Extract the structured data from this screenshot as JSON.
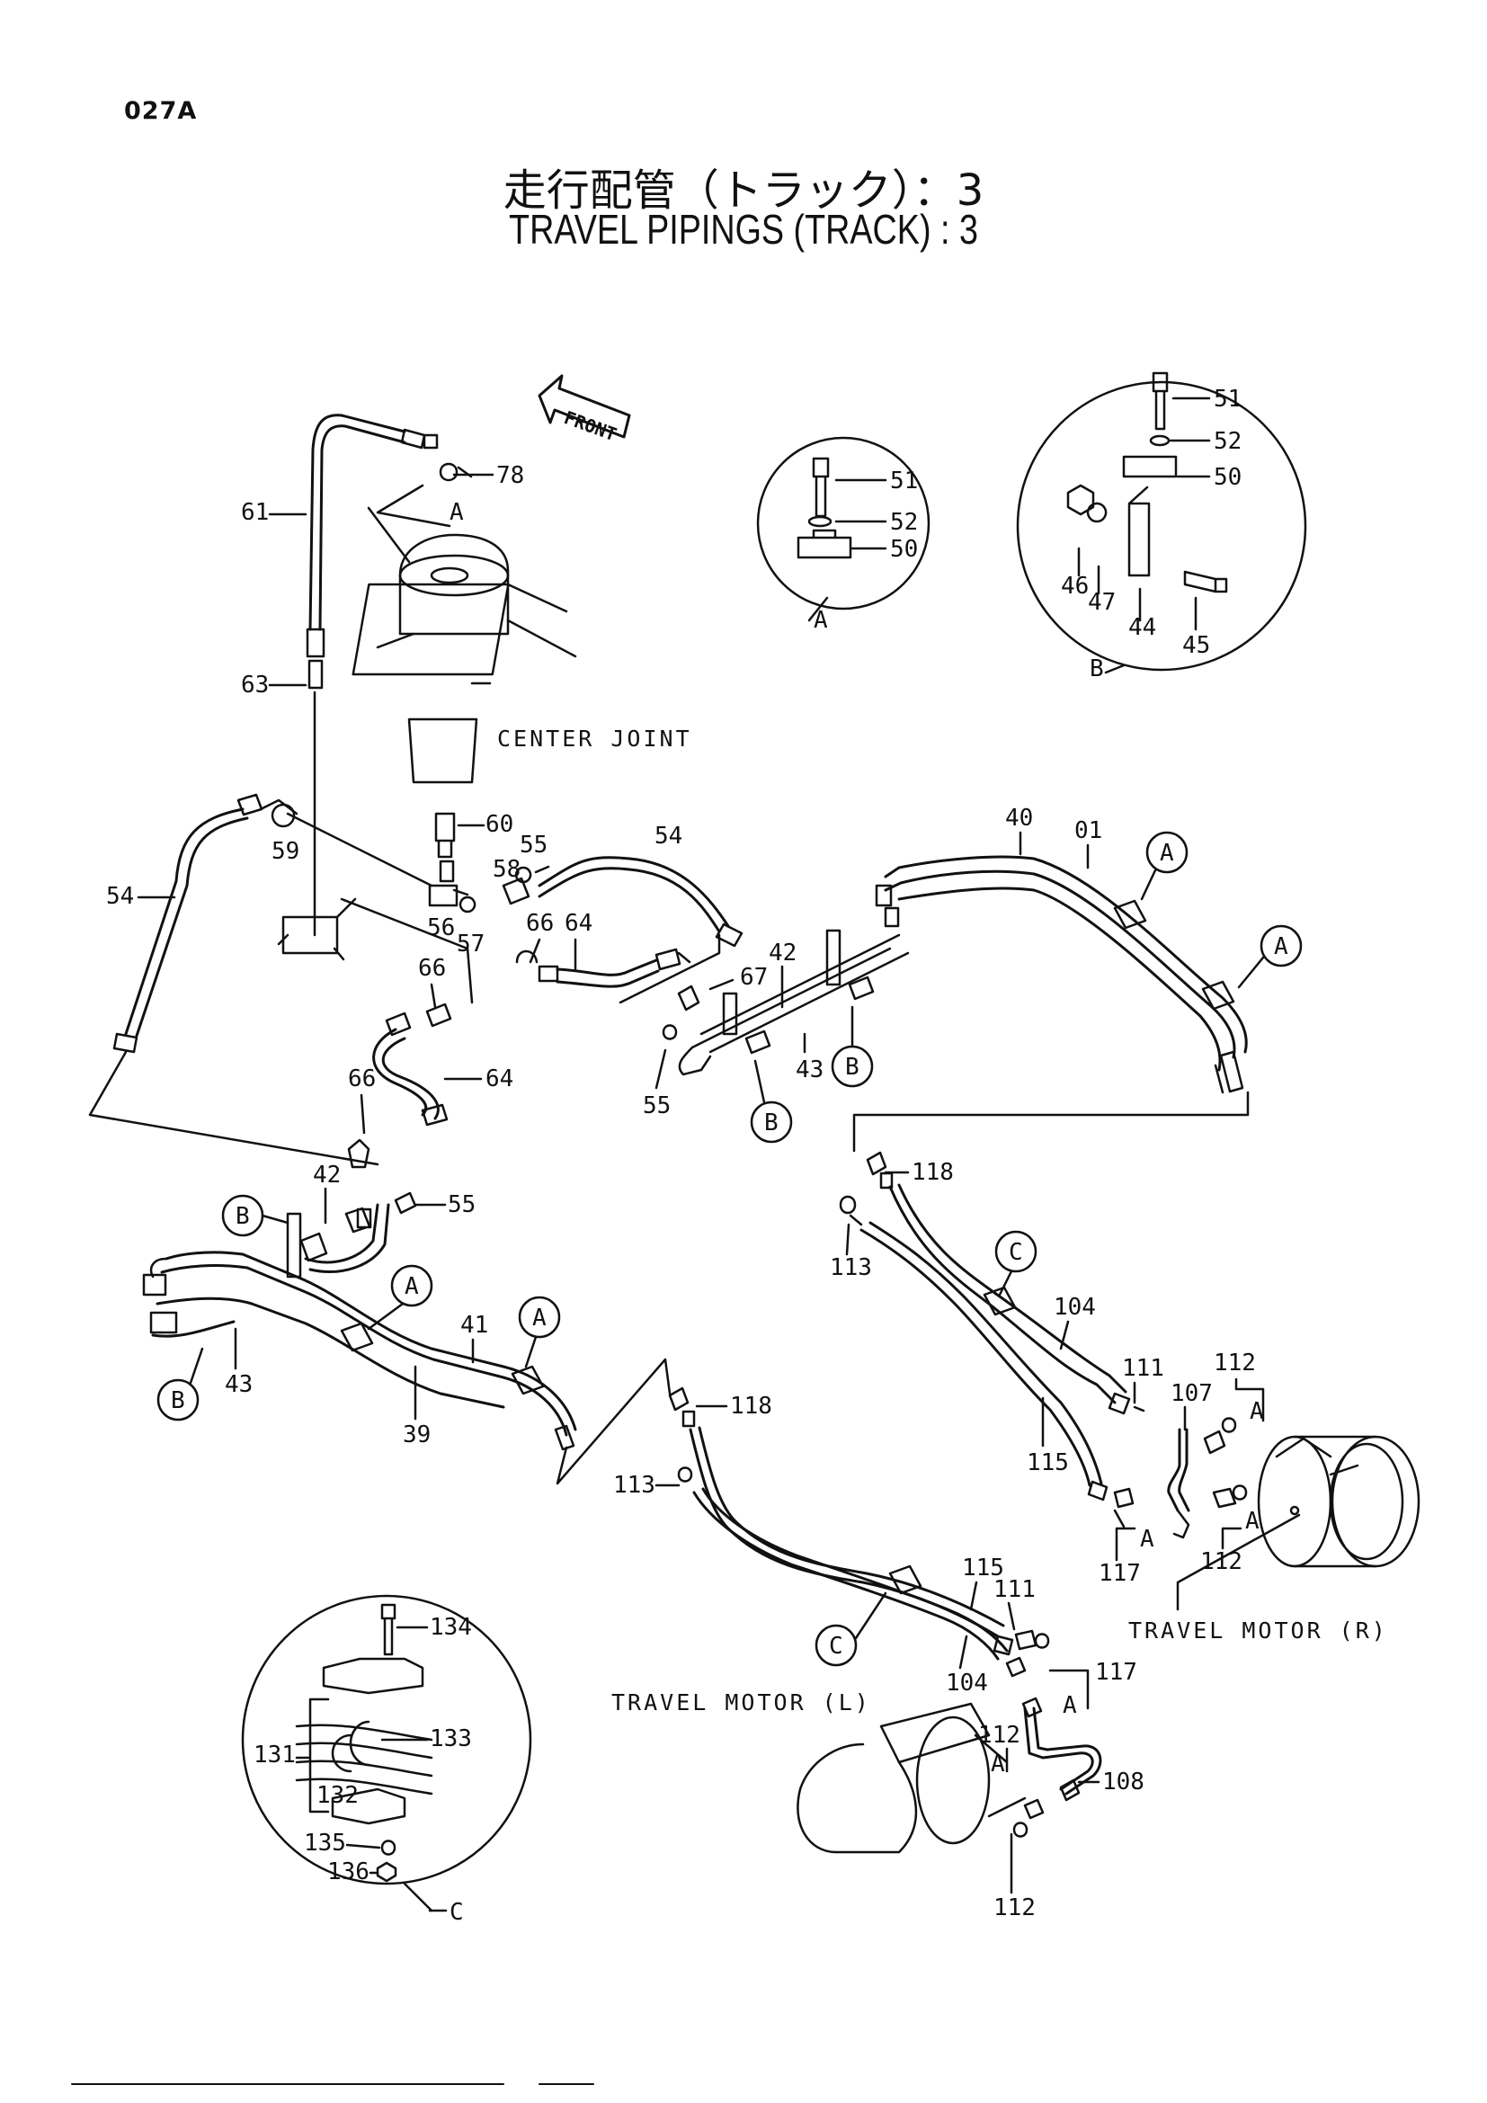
{
  "page_code": "027A",
  "title_jp": "走行配管（トラック）：3",
  "title_en": "TRAVEL PIPINGS (TRACK) : 3",
  "captions": {
    "front": "FRONT",
    "center_joint": "CENTER  JOINT",
    "travel_motor_r": "TRAVEL  MOTOR (R)",
    "travel_motor_l": "TRAVEL  MOTOR (L)"
  },
  "detail_views": {
    "a": "A",
    "b": "B",
    "c": "C"
  },
  "callouts": {
    "p01": "01",
    "p39": "39",
    "p40": "40",
    "p41": "41",
    "p42a": "42",
    "p42b": "42",
    "p43a": "43",
    "p43b": "43",
    "p44": "44",
    "p45": "45",
    "p46": "46",
    "p47": "47",
    "p50a": "50",
    "p50b": "50",
    "p51a": "51",
    "p51b": "51",
    "p52a": "52",
    "p52b": "52",
    "p54a": "54",
    "p54b": "54",
    "p55a": "55",
    "p55b": "55",
    "p55c": "55",
    "p56": "56",
    "p57": "57",
    "p58": "58",
    "p59": "59",
    "p60": "60",
    "p61": "61",
    "p63": "63",
    "p64a": "64",
    "p64b": "64",
    "p66a": "66",
    "p66b": "66",
    "p66c": "66",
    "p67": "67",
    "p78": "78",
    "p104a": "104",
    "p104b": "104",
    "p107": "107",
    "p108": "108",
    "p111a": "111",
    "p111b": "111",
    "p112a": "112",
    "p112b": "112",
    "p112c": "112",
    "p112d": "112",
    "p113a": "113",
    "p113b": "113",
    "p115a": "115",
    "p115b": "115",
    "p117a": "117",
    "p117b": "117",
    "p118a": "118",
    "p118b": "118",
    "p131": "131",
    "p132": "132",
    "p133": "133",
    "p134": "134",
    "p135": "135",
    "p136": "136"
  },
  "refs": {
    "a1": "A",
    "a2": "A",
    "a3": "A",
    "a4": "A",
    "a5": "A",
    "a6": "A",
    "a7": "A",
    "a8": "A",
    "a9": "A",
    "a10": "A",
    "b1": "B",
    "b2": "B",
    "b3": "B",
    "b4": "B",
    "c1": "C",
    "c2": "C"
  }
}
